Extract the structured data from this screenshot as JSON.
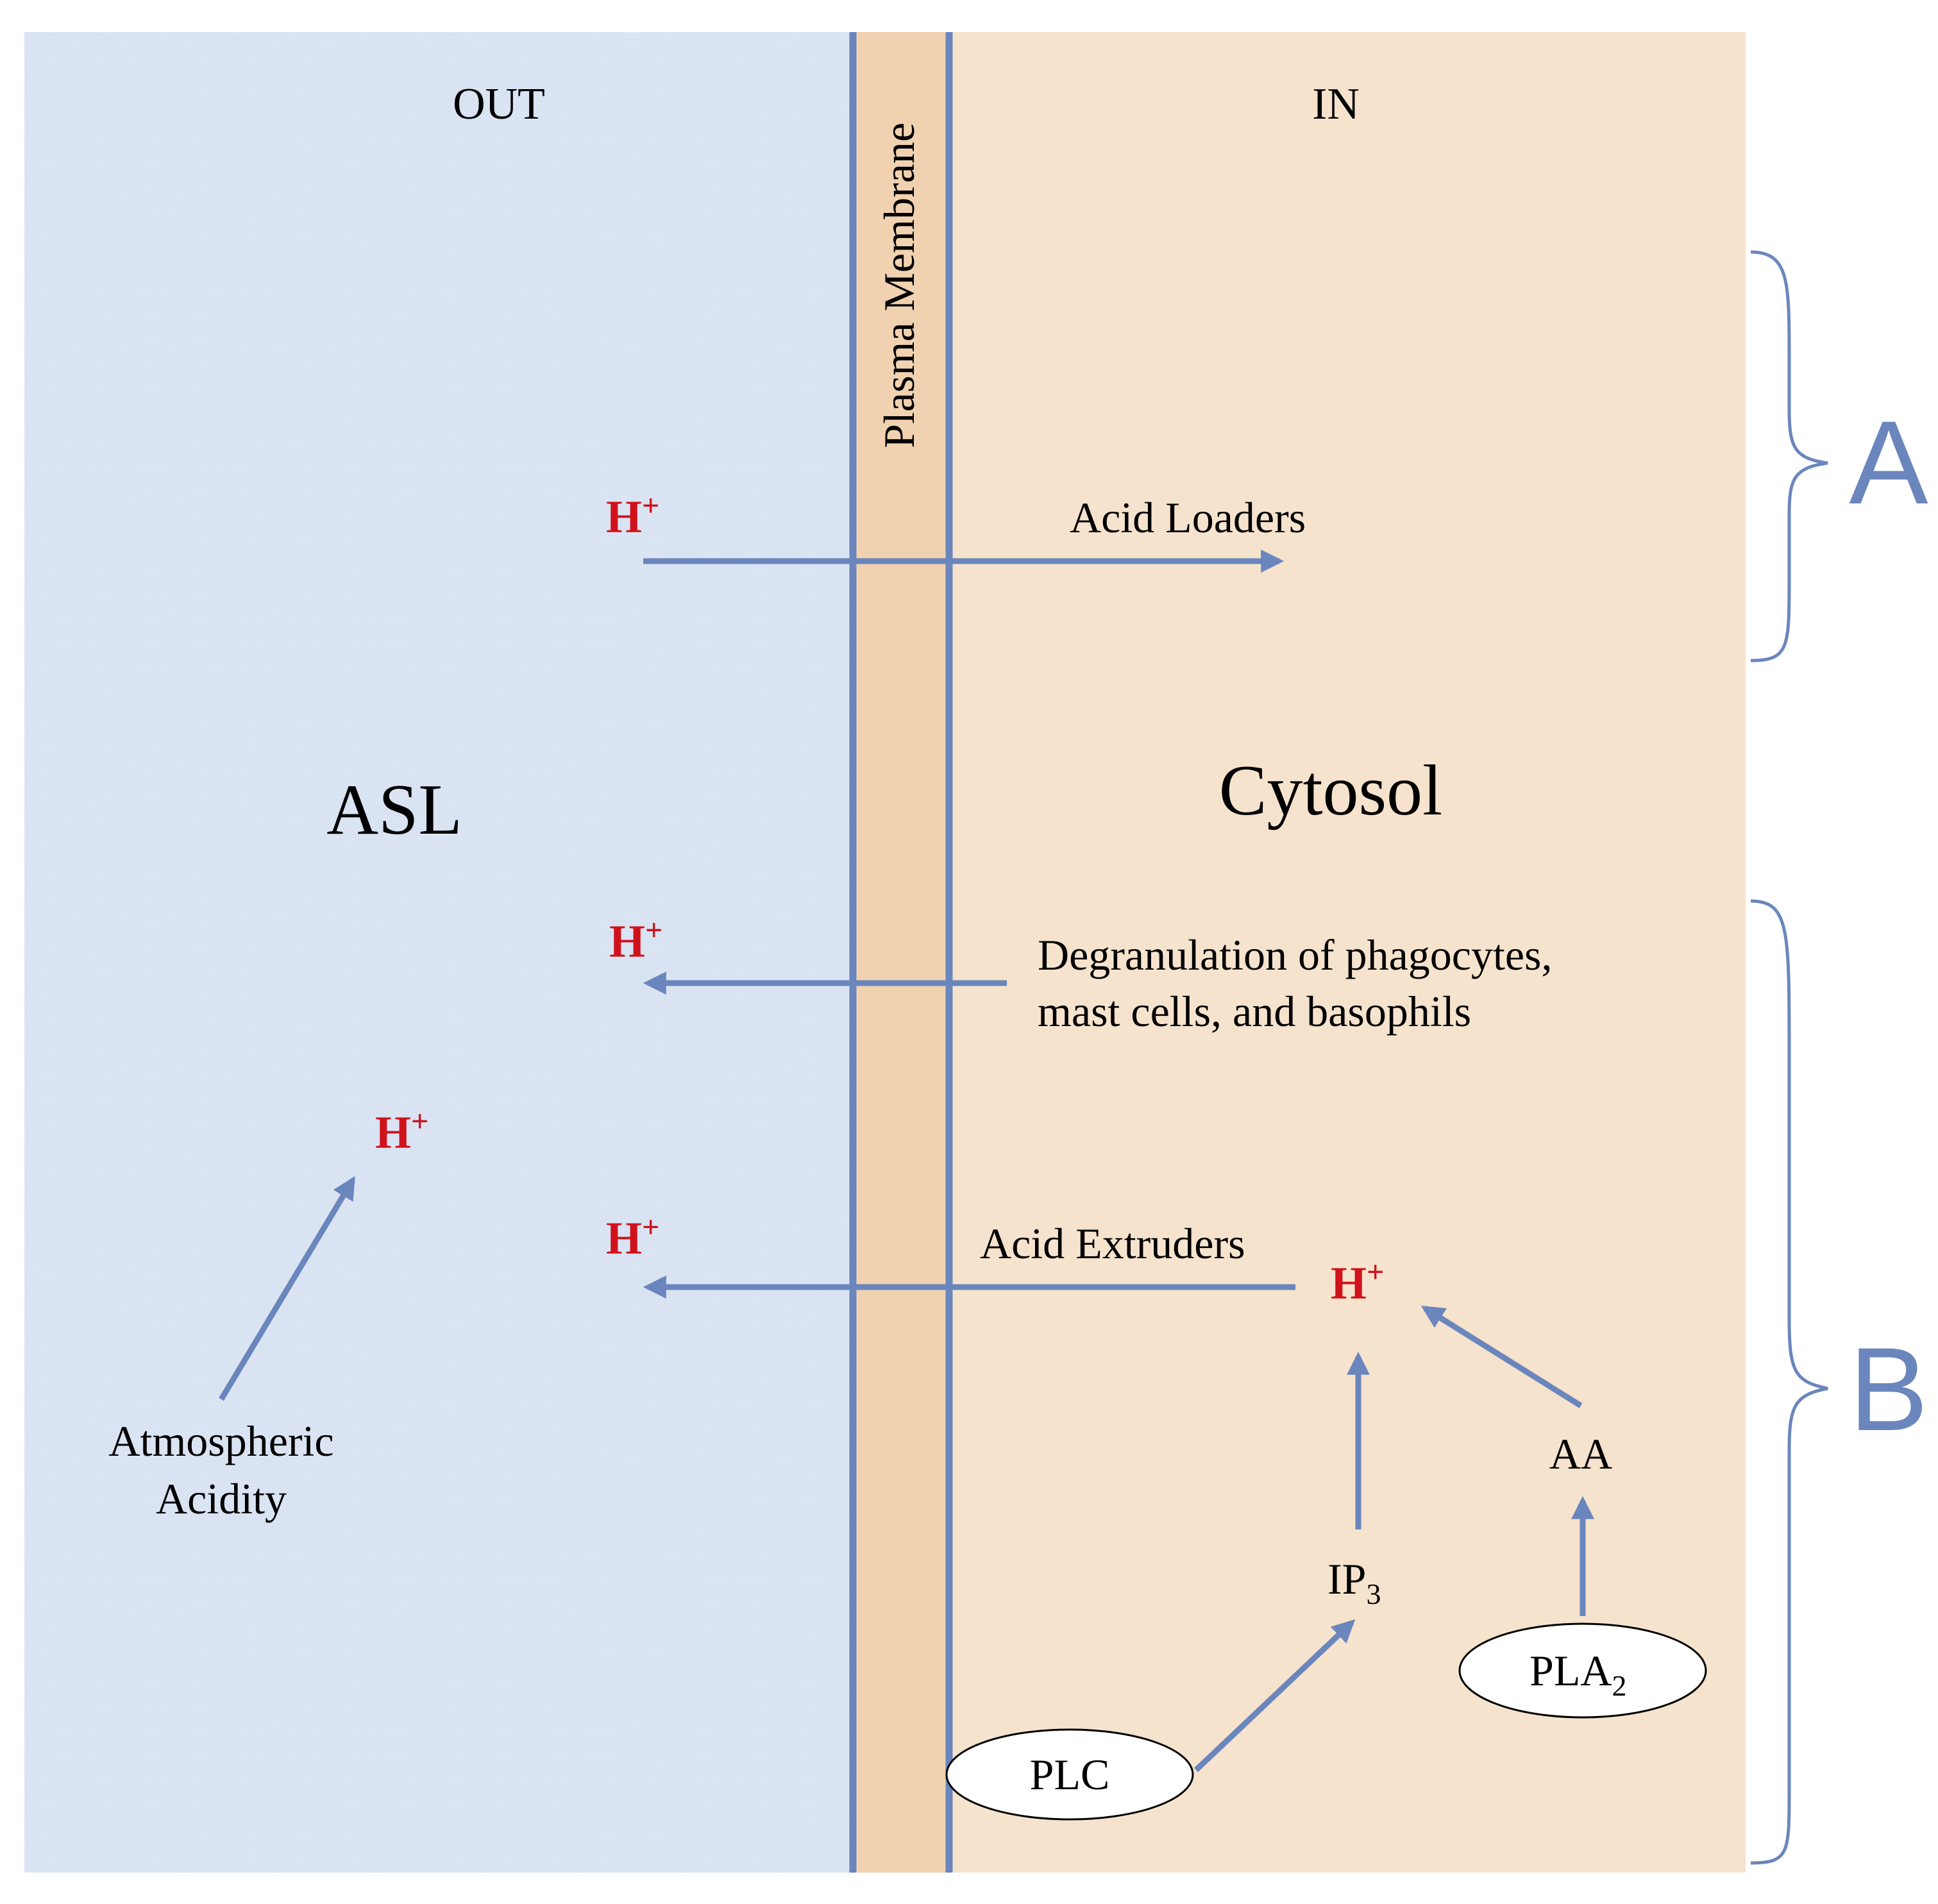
{
  "colors": {
    "out_region": "#dde6f4",
    "in_region": "#f6e3cd",
    "membrane": "#f1d2b0",
    "line": "#6a86bd",
    "proton": "#d0121b",
    "bracket_label": "#6a86bd",
    "text": "#000000"
  },
  "regions": {
    "out_label": "OUT",
    "in_label": "IN",
    "membrane_label": "Plasma Membrane",
    "asl_label": "ASL",
    "cytosol_label": "Cytosol"
  },
  "proton": {
    "base": "H",
    "charge": "+"
  },
  "labels": {
    "acid_loaders": "Acid Loaders",
    "degranulation_line1": "Degranulation of phagocytes,",
    "degranulation_line2": "mast cells, and basophils",
    "acid_extruders": "Acid Extruders",
    "atmospheric_line1": "Atmospheric",
    "atmospheric_line2": "Acidity",
    "aa": "AA",
    "ip3_base": "IP",
    "ip3_sub": "3",
    "plc": "PLC",
    "pla2_base": "PLA",
    "pla2_sub": "2"
  },
  "brackets": {
    "a": "A",
    "b": "B"
  }
}
